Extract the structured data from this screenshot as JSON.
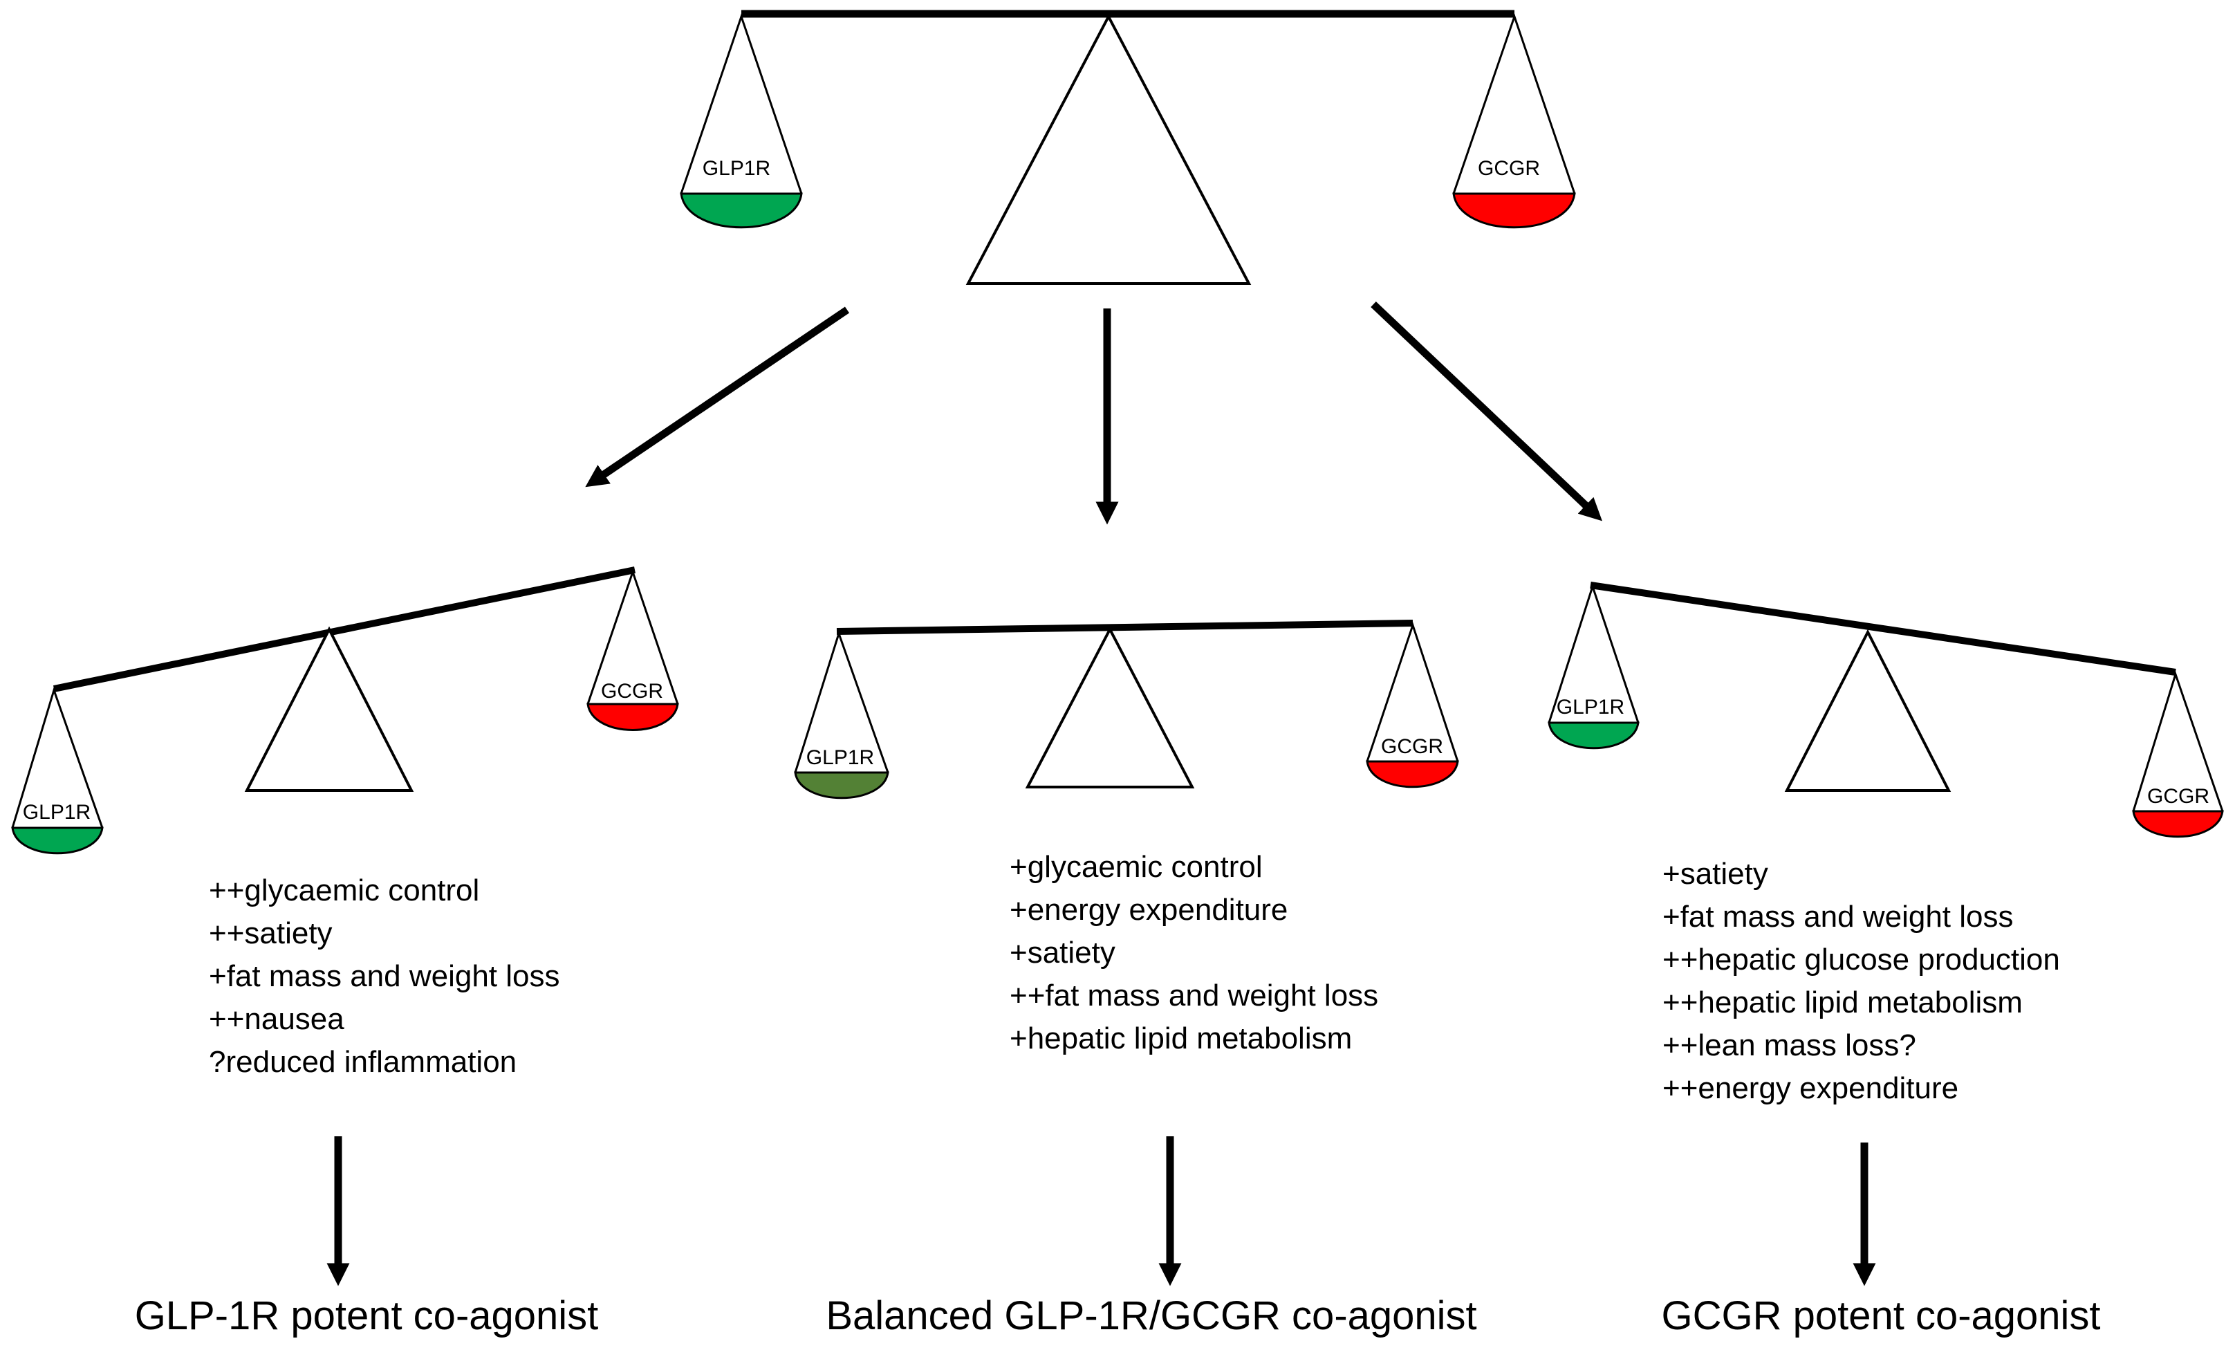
{
  "colors": {
    "glp1r_pan": "#00a651",
    "glp1r_pan_balanced": "#538135",
    "gcgr_pan": "#ff0000",
    "stroke": "#000000"
  },
  "top_scale": {
    "left_pan_label": "GLP1R",
    "right_pan_label": "GCGR"
  },
  "scales": [
    {
      "left_pan_label": "GLP1R",
      "right_pan_label": "GCGR",
      "effects": [
        "++glycaemic control",
        "++satiety",
        "+fat mass and weight loss",
        "++nausea",
        "?reduced inflammation"
      ],
      "outcome": "GLP-1R potent co-agonist"
    },
    {
      "left_pan_label": "GLP1R",
      "right_pan_label": "GCGR",
      "effects": [
        "+glycaemic control",
        "+energy expenditure",
        "+satiety",
        "++fat mass and weight loss",
        "+hepatic lipid metabolism"
      ],
      "outcome": "Balanced GLP-1R/GCGR co-agonist"
    },
    {
      "left_pan_label": "GLP1R",
      "right_pan_label": "GCGR",
      "effects": [
        "+satiety",
        "+fat mass and weight loss",
        "++hepatic glucose production",
        "++hepatic lipid metabolism",
        "++lean mass loss?",
        "++energy expenditure"
      ],
      "outcome": "GCGR potent co-agonist"
    }
  ]
}
